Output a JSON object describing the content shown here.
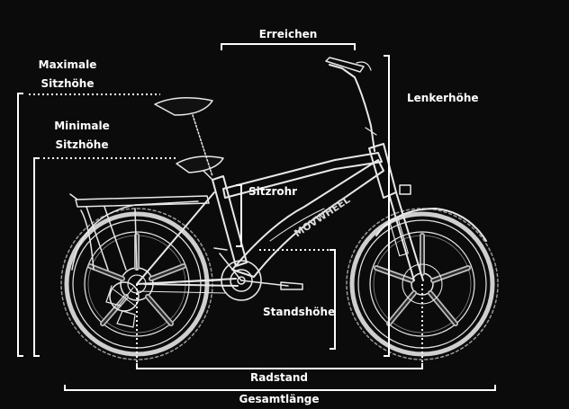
{
  "labels": {
    "reach": "Erreichen",
    "max_seat_height": [
      "Maximale",
      "Sitzhöhe"
    ],
    "min_seat_height": [
      "Minimale",
      "Sitzhöhe"
    ],
    "handlebar_height": "Lenkerhöhe",
    "seat_tube": "Sitzrohr",
    "standover_height": "Standshöhe",
    "wheelbase": "Radstand",
    "total_length": "Gesamtlänge"
  },
  "bike": {
    "brand_text": "MOVWHEEL"
  },
  "colors": {
    "background": "#0b0b0b",
    "line": "#ffffff",
    "bike_stroke": "#e8e8e8"
  }
}
